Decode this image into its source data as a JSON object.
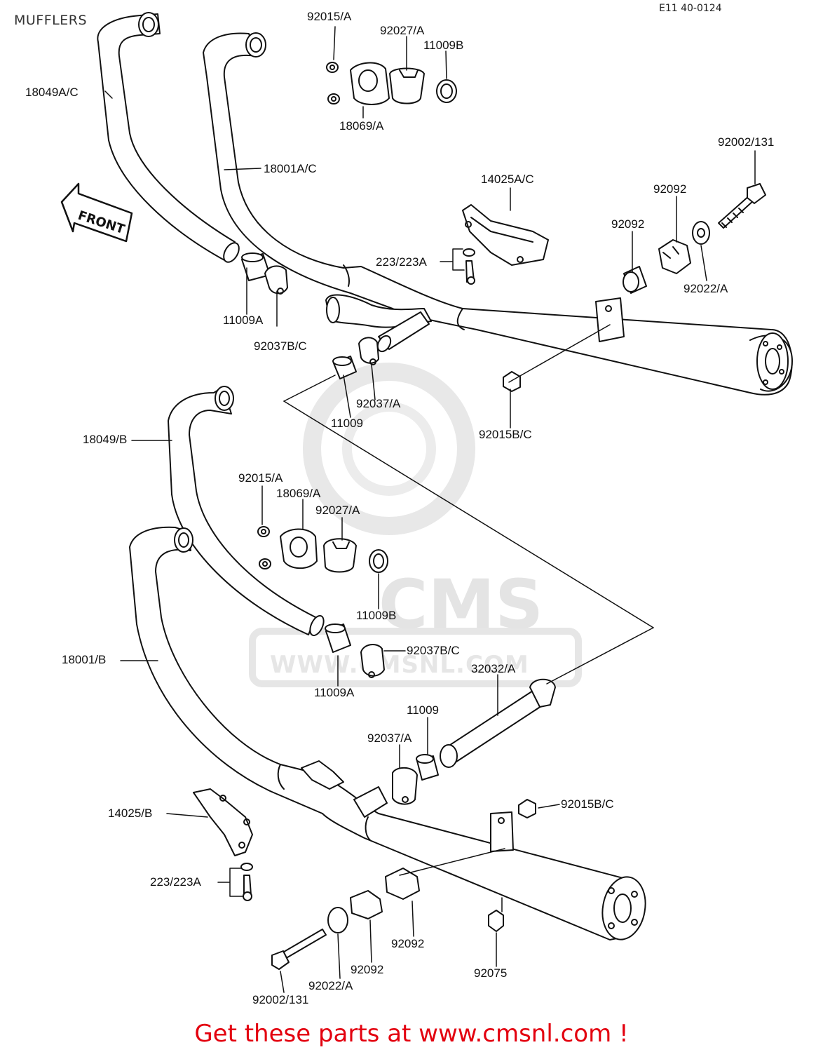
{
  "header": {
    "title": "MUFFLERS",
    "drawing_code": "E11 40-0124"
  },
  "front_arrow_text": "FRONT",
  "watermark": {
    "brand": "CMS",
    "url": "WWW.CMSNL.COM",
    "color": "#e4e4e4"
  },
  "labels": {
    "p92015A_top": "92015/A",
    "p92027A_top": "92027/A",
    "p11009B_top": "11009B",
    "p18069A_top": "18069/A",
    "p18049AC": "18049A/C",
    "p18001AC": "18001A/C",
    "p14025AC": "14025A/C",
    "p92002_131_top": "92002/131",
    "p92092_a": "92092",
    "p92092_b": "92092",
    "p92022A_top": "92022/A",
    "p223_top": "223/223A",
    "p11009A_top": "11009A",
    "p92037BC_top": "92037B/C",
    "p92037A_top": "92037/A",
    "p11009_top": "11009",
    "p92015BC_top": "92015B/C",
    "p18049B": "18049/B",
    "p92015A_mid": "92015/A",
    "p18069A_mid": "18069/A",
    "p92027A_mid": "92027/A",
    "p11009B_mid": "11009B",
    "p18001B": "18001/B",
    "p92037BC_mid": "92037B/C",
    "p11009A_mid": "11009A",
    "p32032A": "32032/A",
    "p11009_mid": "11009",
    "p92037A_mid": "92037/A",
    "p14025B": "14025/B",
    "p92015BC_bot": "92015B/C",
    "p223_bot": "223/223A",
    "p92092_c": "92092",
    "p92092_d": "92092",
    "p92075": "92075",
    "p92022A_bot": "92022/A",
    "p92002_131_bot": "92002/131"
  },
  "footer": {
    "text": "Get these parts at www.cmsnl.com !",
    "color": "#e3000f"
  }
}
